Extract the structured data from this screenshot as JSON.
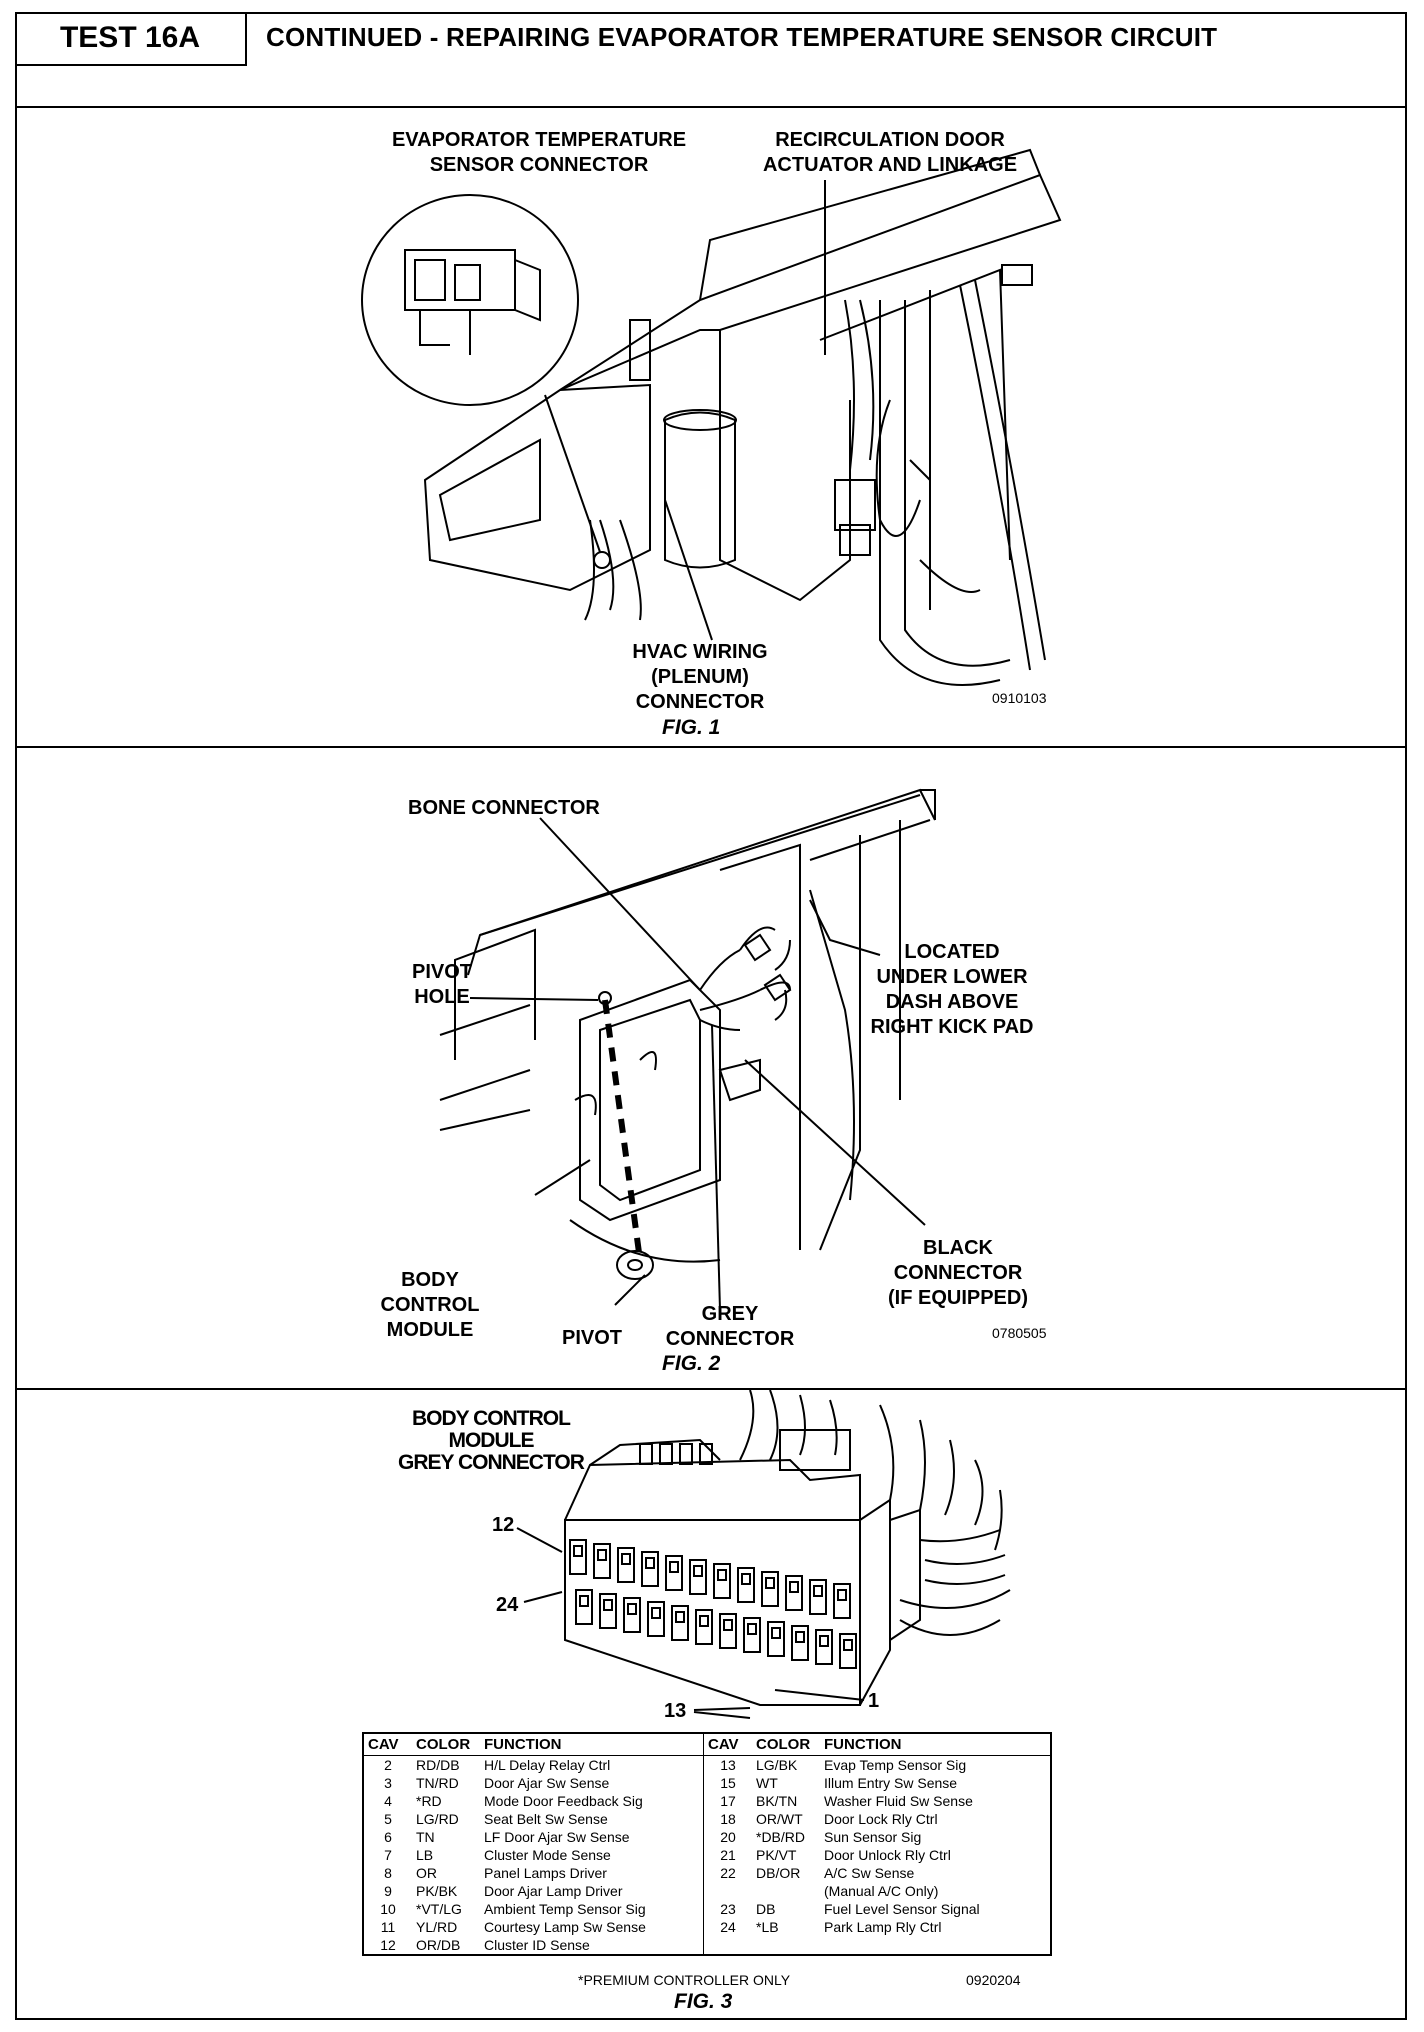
{
  "header": {
    "test_label": "TEST 16A",
    "title": "CONTINUED - REPAIRING EVAPORATOR TEMPERATURE SENSOR CIRCUIT"
  },
  "fig1": {
    "label_evap_1": "EVAPORATOR TEMPERATURE",
    "label_evap_2": "SENSOR CONNECTOR",
    "label_recirc_1": "RECIRCULATION DOOR",
    "label_recirc_2": "ACTUATOR AND LINKAGE",
    "label_hvac_1": "HVAC WIRING",
    "label_hvac_2": "(PLENUM)",
    "label_hvac_3": "CONNECTOR",
    "code": "0910103",
    "caption": "FIG. 1"
  },
  "fig2": {
    "label_bone": "BONE CONNECTOR",
    "label_pivot_hole_1": "PIVOT",
    "label_pivot_hole_2": "HOLE",
    "label_located_1": "LOCATED",
    "label_located_2": "UNDER LOWER",
    "label_located_3": "DASH ABOVE",
    "label_located_4": "RIGHT KICK PAD",
    "label_black_1": "BLACK",
    "label_black_2": "CONNECTOR",
    "label_black_3": "(IF EQUIPPED)",
    "label_bcm_1": "BODY",
    "label_bcm_2": "CONTROL",
    "label_bcm_3": "MODULE",
    "label_pivot": "PIVOT",
    "label_grey_1": "GREY",
    "label_grey_2": "CONNECTOR",
    "code": "0780505",
    "caption": "FIG. 2"
  },
  "fig3": {
    "title_1": "BODY CONTROL",
    "title_2": "MODULE",
    "title_3": "GREY CONNECTOR",
    "pin_12": "12",
    "pin_24": "24",
    "pin_13": "13",
    "pin_1": "1",
    "table_headers": [
      "CAV",
      "COLOR",
      "FUNCTION",
      "CAV",
      "COLOR",
      "FUNCTION"
    ],
    "left_rows": [
      {
        "cav": "2",
        "color": "RD/DB",
        "func": "H/L Delay Relay Ctrl"
      },
      {
        "cav": "3",
        "color": "TN/RD",
        "func": "Door Ajar Sw Sense"
      },
      {
        "cav": "4",
        "color": "*RD",
        "func": "Mode Door Feedback Sig"
      },
      {
        "cav": "5",
        "color": "LG/RD",
        "func": "Seat Belt Sw Sense"
      },
      {
        "cav": "6",
        "color": "TN",
        "func": "LF Door Ajar Sw Sense"
      },
      {
        "cav": "7",
        "color": "LB",
        "func": "Cluster Mode Sense"
      },
      {
        "cav": "8",
        "color": "OR",
        "func": "Panel Lamps Driver"
      },
      {
        "cav": "9",
        "color": "PK/BK",
        "func": "Door Ajar Lamp Driver"
      },
      {
        "cav": "10",
        "color": "*VT/LG",
        "func": "Ambient Temp Sensor Sig"
      },
      {
        "cav": "11",
        "color": "YL/RD",
        "func": "Courtesy Lamp Sw Sense"
      },
      {
        "cav": "12",
        "color": "OR/DB",
        "func": "Cluster ID Sense"
      }
    ],
    "right_rows": [
      {
        "cav": "13",
        "color": "LG/BK",
        "func": "Evap Temp Sensor Sig"
      },
      {
        "cav": "15",
        "color": "WT",
        "func": "Illum Entry Sw Sense"
      },
      {
        "cav": "17",
        "color": "BK/TN",
        "func": "Washer Fluid Sw Sense"
      },
      {
        "cav": "18",
        "color": "OR/WT",
        "func": "Door Lock Rly Ctrl"
      },
      {
        "cav": "20",
        "color": "*DB/RD",
        "func": "Sun Sensor Sig"
      },
      {
        "cav": "21",
        "color": "PK/VT",
        "func": "Door Unlock Rly Ctrl"
      },
      {
        "cav": "22",
        "color": "DB/OR",
        "func": "A/C Sw Sense"
      },
      {
        "cav": "",
        "color": "",
        "func": "(Manual A/C Only)"
      },
      {
        "cav": "23",
        "color": "DB",
        "func": "Fuel Level Sensor Signal"
      },
      {
        "cav": "24",
        "color": "*LB",
        "func": "Park Lamp Rly Ctrl"
      },
      {
        "cav": "",
        "color": "",
        "func": ""
      }
    ],
    "footnote": "*PREMIUM CONTROLLER ONLY",
    "code": "0920204",
    "caption": "FIG. 3"
  }
}
